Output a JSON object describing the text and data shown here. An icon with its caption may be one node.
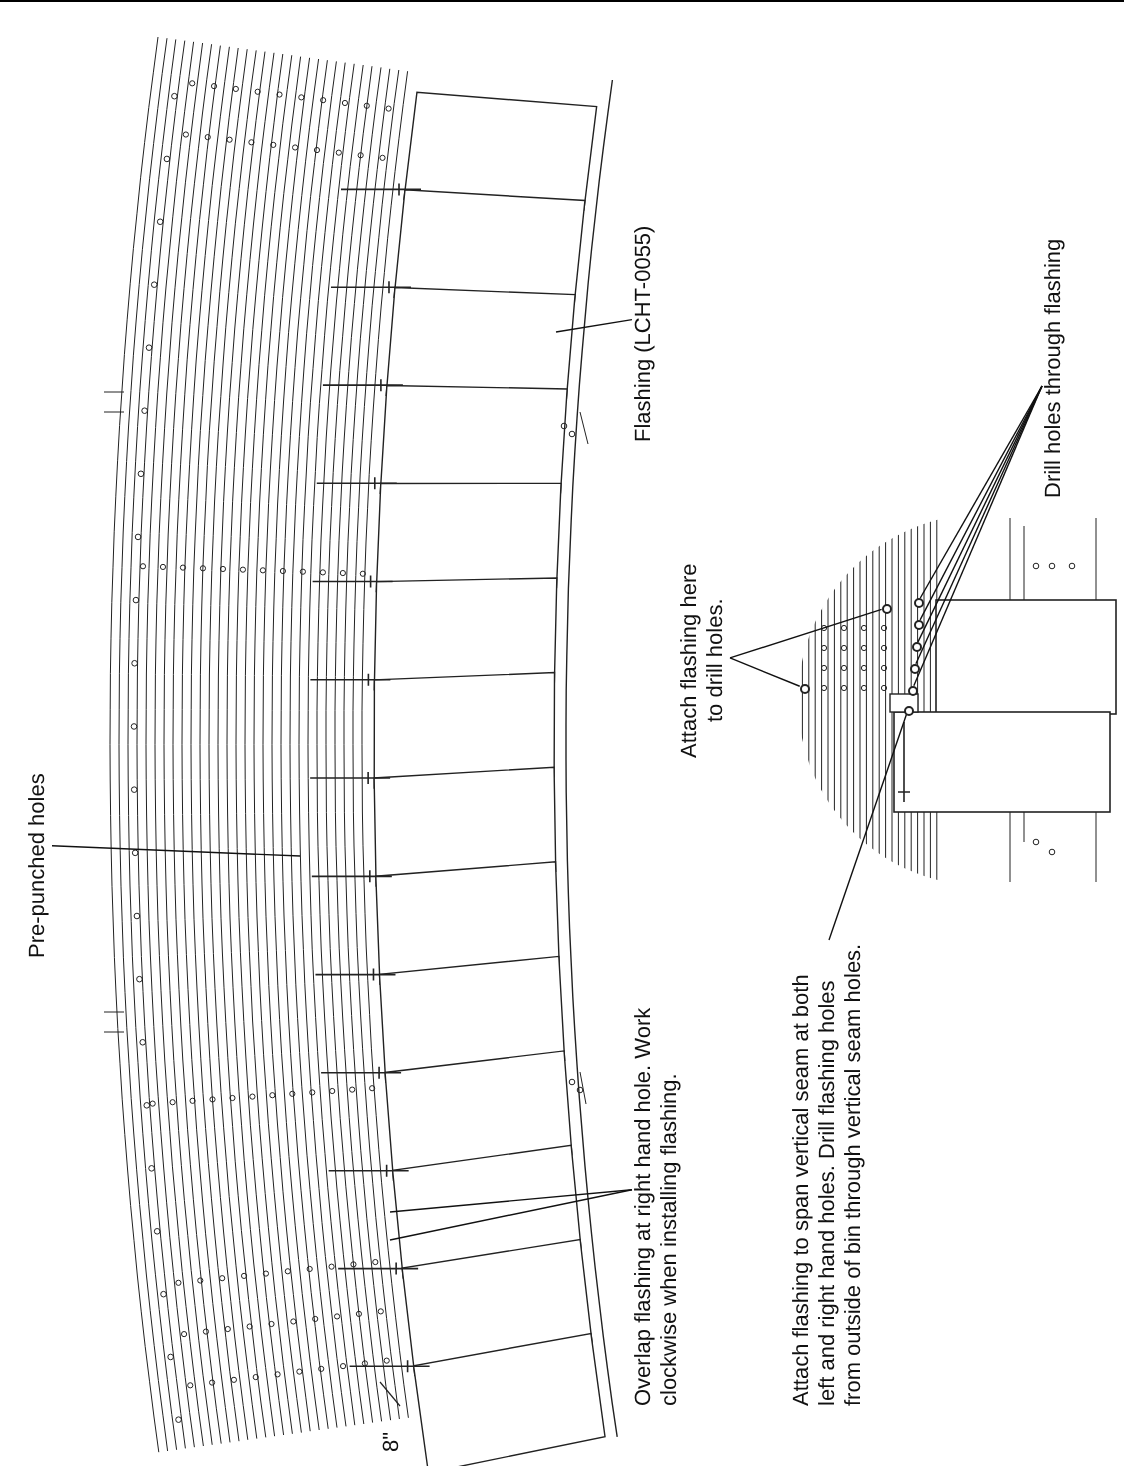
{
  "diagram": {
    "nodes": [
      {
        "text": [
          "Pre-punched holes"
        ]
      },
      {
        "text": [
          "Flashing (LCHT-0055)"
        ]
      },
      {
        "text": [
          "Overlap flashing at right hand hole. Work clockwise when installing flashing."
        ]
      },
      {
        "text": [
          "Attach flashing here to drill holes."
        ]
      },
      {
        "text": [
          "Drill holes through flashing"
        ]
      },
      {
        "text": [
          "Attach flashing to span vertical seam at both left and right hand holes. Drill flashing holes from outside of bin through vertical seam holes."
        ]
      },
      {
        "text": [],
        "shape": "circle"
      },
      {
        "text": [],
        "shape": "circle"
      },
      {
        "text": [],
        "shape": "circle"
      },
      {
        "text": [],
        "shape": "circle"
      },
      {
        "text": [],
        "shape": "circle"
      },
      {
        "text": [],
        "shape": "circle"
      },
      {
        "text": [],
        "shape": "circle"
      },
      {
        "text": [],
        "shape": "circle"
      }
    ],
    "edges": [
      {
        "from": 0,
        "to": null,
        "arrow": "none"
      },
      {
        "from": 1,
        "to": null,
        "arrow": "none"
      },
      {
        "from": 2,
        "to": null,
        "arrow": "none"
      },
      {
        "from": 2,
        "to": null,
        "arrow": "none"
      },
      {
        "from": 3,
        "to": 13,
        "arrow": "none"
      },
      {
        "from": 3,
        "to": 12,
        "arrow": "none"
      },
      {
        "from": 4,
        "to": 6,
        "arrow": "none"
      },
      {
        "from": 4,
        "to": 7,
        "arrow": "none"
      },
      {
        "from": 4,
        "to": 8,
        "arrow": "none"
      },
      {
        "from": 4,
        "to": 9,
        "arrow": "none"
      },
      {
        "from": 4,
        "to": 10,
        "arrow": "none"
      },
      {
        "from": 5,
        "to": 11,
        "arrow": "none"
      }
    ],
    "labels": [
      "8\""
    ]
  }
}
